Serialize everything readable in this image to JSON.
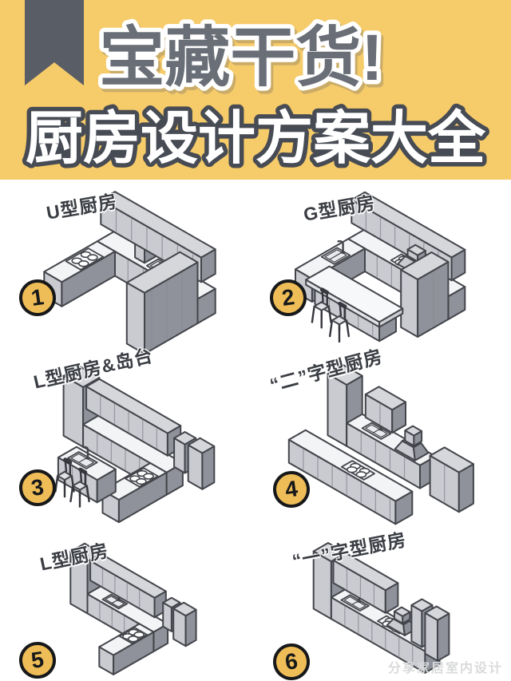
{
  "poster": {
    "title_line1": "宝藏干货!",
    "title_line2": "厨房设计方案大全",
    "watermark": "分享家居室内设计"
  },
  "panels": [
    {
      "number": "1",
      "label": "U型厨房",
      "type": "u-shape"
    },
    {
      "number": "2",
      "label": "G型厨房",
      "type": "g-shape"
    },
    {
      "number": "3",
      "label": "L型厨房&岛台",
      "type": "l-shape-island"
    },
    {
      "number": "4",
      "label": "“二”字型厨房",
      "type": "double-galley"
    },
    {
      "number": "5",
      "label": "L型厨房",
      "type": "l-shape"
    },
    {
      "number": "6",
      "label": "“一”字型厨房",
      "type": "single-galley"
    }
  ],
  "colors": {
    "header_bg": "#F6CB69",
    "ribbon": "#595D66",
    "title1_ink": "#696E77",
    "title2_outline": "#474B54",
    "badge_bg": "#EFBD57",
    "badge_ink": "#17181A",
    "label_ink": "#3A3D43",
    "watermark_ink": "#D9DADB",
    "line_ink": "#43454B",
    "cabinet_front": "#C9CBD1",
    "cabinet_side": "#8F929A",
    "cabinet_top": "#D6D7DB",
    "counter_top": "#F3F4F6"
  }
}
